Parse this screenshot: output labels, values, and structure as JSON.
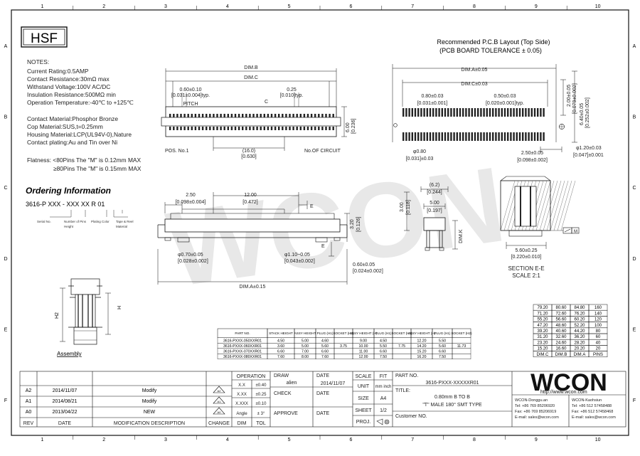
{
  "logo_text": "HSF",
  "grid_cols": [
    "1",
    "2",
    "3",
    "4",
    "5",
    "6",
    "7",
    "8",
    "9",
    "10"
  ],
  "grid_rows": [
    "A",
    "B",
    "C",
    "D",
    "E",
    "F"
  ],
  "notes": {
    "title": "NOTES:",
    "lines": [
      "Current Rating:0.5AMP",
      "Contact Resistance:30mΩ max",
      "Withstand Voltage:100V AC/DC",
      "Insulation Resistance:500MΩ min",
      "Operation Temperature:-40℃ to +125℃",
      "",
      "Contact Material:Phosphor Bronze",
      "Cop Material:SUS,t=0.25mm",
      "Housing Material:LCP(UL94V-0),Nature",
      "Contact plating:Au and Tin over Ni"
    ],
    "flatness": [
      "Flatness: <80Pins The \"M\" is 0.12mm MAX",
      "≥80Pins The \"M\" is 0.15mm MAX"
    ]
  },
  "ordering": {
    "title": "Ordering Information",
    "code": "3616-P  XXX - XXX  XX  R  01",
    "sub_labels": [
      "Serial No.",
      "Number of Pins",
      "Height",
      "Plating Color",
      "Tape & Reel",
      "Material"
    ]
  },
  "assembly_label": "Assembly",
  "dims": {
    "dim_b": "DIM.B",
    "dim_c": "DIM.C",
    "pitch": "0.60±0.10",
    "pitch_in": "[0.031±0.004]typ.",
    "pitch_label": "PITCH",
    "c_mark": "C",
    "w025": "0.25",
    "w025_in": "[0.010]typ.",
    "h600": "6.00",
    "h600_in": "[0.236]",
    "pos1": "POS. No.1",
    "w16": "(16.0)",
    "w16_in": "[0.630]",
    "no_circuit": "No.OF CIRCUIT",
    "d250": "2.50",
    "d250_in": "[0.098±0.004]",
    "d1200": "12.00",
    "d1200_in": "[0.472]",
    "e_mark": "E",
    "h320": "3.20",
    "h320_in": "[0.126]",
    "hole": "φ0.70±0.05",
    "hole_in": "[0.028±0.002]",
    "hole2": "φ1.10~0.05",
    "hole2_in": "[0.043±0.002]",
    "d060": "0.60±0.05",
    "d060_in": "[0.024±0.002]",
    "dim_a": "DIM.A±0.15",
    "h300": "3.00",
    "h300_in": "[0.118]",
    "d62": "(6.2)",
    "d62_in": "[0.244]",
    "d500": "5.00",
    "d500_in": "[0.197]",
    "dim_k": "DIM.K"
  },
  "pcb": {
    "title": "Recommended P.C.B Layout (Top Side)",
    "tolerance": "(PCB BOARD TOLERANCE ± 0.05)",
    "dim_a": "DIM.A±0.05",
    "dim_c": "DIM.C±0.03",
    "w080": "0.80±0.03",
    "w080_in": "[0.031±0.001]",
    "w050": "0.50±0.03",
    "w050_in": "[0.020±0.001]typ.",
    "v200": "2.00±0.05",
    "v200_in": "[0.079±0.002]",
    "v640": "6.40±0.05",
    "v640_in": "[0.252±0.002]",
    "hole": "φ0.80",
    "hole_in": "[0.031]±0.03",
    "d250": "2.50±0.05",
    "d250_in": "[0.098±0.002]",
    "d120": "φ1.20±0.03",
    "d120_in": "[0.047]±0.001"
  },
  "section": {
    "d560": "5.60±0.25",
    "d560_in": "[0.220±0.010]",
    "title": "SECTION E-E",
    "scale": "SCALE 2:1",
    "flat_mark": "M"
  },
  "dim_table": {
    "headers": [
      "DIM.C",
      "DIM.B",
      "DIM.A",
      "PINS"
    ],
    "rows": [
      [
        "79.20",
        "80.60",
        "84.80",
        "160"
      ],
      [
        "71.20",
        "72.60",
        "76.20",
        "140"
      ],
      [
        "55.20",
        "56.60",
        "60.20",
        "120"
      ],
      [
        "47.20",
        "48.60",
        "52.20",
        "100"
      ],
      [
        "39.20",
        "40.60",
        "44.20",
        "80"
      ],
      [
        "31.20",
        "32.60",
        "36.20",
        "60"
      ],
      [
        "23.20",
        "24.60",
        "28.20",
        "40"
      ],
      [
        "15.20",
        "16.60",
        "20.20",
        "20"
      ]
    ]
  },
  "part_table": {
    "headers": [
      "PART NO.",
      "STACK HEIGHT",
      "ASSY HEIGHT",
      "PLUG (H1)",
      "SOCKET (H2)",
      "ASSY HEIGHT (H)",
      "PLUG (H1)",
      "SOCKET (H2)",
      "ASSY HEIGHT (H)",
      "PLUG (H1)",
      "SOCKET (H2)"
    ],
    "rows": [
      [
        "3616-PXXX-050XXR01",
        "4.50",
        "5.00",
        "4.60",
        "",
        "9.00",
        "4.50",
        "",
        "12.20",
        "5.50",
        ""
      ],
      [
        "3616-PXXX-060XXR01",
        "3.60",
        "5.00",
        "5.60",
        "3.75",
        "10.00",
        "5.50",
        "7.75",
        "14.20",
        "5.60",
        "11.73"
      ],
      [
        "3616-PXXX-070XXR01",
        "6.60",
        "7.00",
        "6.60",
        "",
        "11.00",
        "6.60",
        "",
        "15.20",
        "6.60",
        ""
      ],
      [
        "3616-PXXX-080XXR01",
        "7.60",
        "8.00",
        "7.60",
        "",
        "12.00",
        "7.50",
        "",
        "16.20",
        "7.50",
        ""
      ]
    ]
  },
  "title_block": {
    "revisions": [
      {
        "rev": "A2",
        "date": "2014/11/07",
        "desc": "Modify",
        "tri": "A2"
      },
      {
        "rev": "A1",
        "date": "2014/08/21",
        "desc": "Modify",
        "tri": "A1"
      },
      {
        "rev": "A0",
        "date": "2013/04/22",
        "desc": "NEW",
        "tri": "A0"
      }
    ],
    "rev_headers": [
      "REV",
      "DATE",
      "MODIFICATION DESCRIPTION",
      "CHANGE"
    ],
    "operation": "OPERATION",
    "tolerances": [
      {
        "k": "X.X",
        "v": "±0.40"
      },
      {
        "k": "X.XX",
        "v": "±0.25"
      },
      {
        "k": "X.XXX",
        "v": "±0.10"
      },
      {
        "k": "Angle",
        "v": "± 3°"
      }
    ],
    "dim_label": "DIM",
    "tol_label": "TOL",
    "draw_label": "DRAW",
    "draw_name": "alien",
    "check_label": "CHECK",
    "approve_label": "APPROVE",
    "date_label": "DATE",
    "draw_date": "2014/11/07",
    "scale_label": "SCALE",
    "scale_val": "FIT",
    "unit_label": "UNIT",
    "unit_val": "mm\ninch",
    "size_label": "SIZE",
    "size_val": "A4",
    "sheet_label": "SHEET",
    "sheet_val": "1/2",
    "proj_label": "PROJ.",
    "part_no_label": "PART NO.",
    "part_no": "3616-PXXX-XXXXXR01",
    "title_label": "TITLE:",
    "title_l1": "0.80mm B TO B",
    "title_l2": "\"T\" MALE 180° SMT TYPE",
    "customer_label": "Customer NO.",
    "company_logo": "WCON",
    "http": "http://www.wcon.com",
    "contact_left": [
      "WCON-Donggu.an",
      "Tel: +86 769 85206920",
      "Fax: +86 769 85206919",
      "E-mail: sales@wcon.com"
    ],
    "contact_right": [
      "WCON-Kaohsiun",
      "Tel: +86 512 57458488",
      "Fax: +86 512 57458468",
      "E-mail: sales@wcon.com"
    ]
  },
  "watermark": "WCON"
}
